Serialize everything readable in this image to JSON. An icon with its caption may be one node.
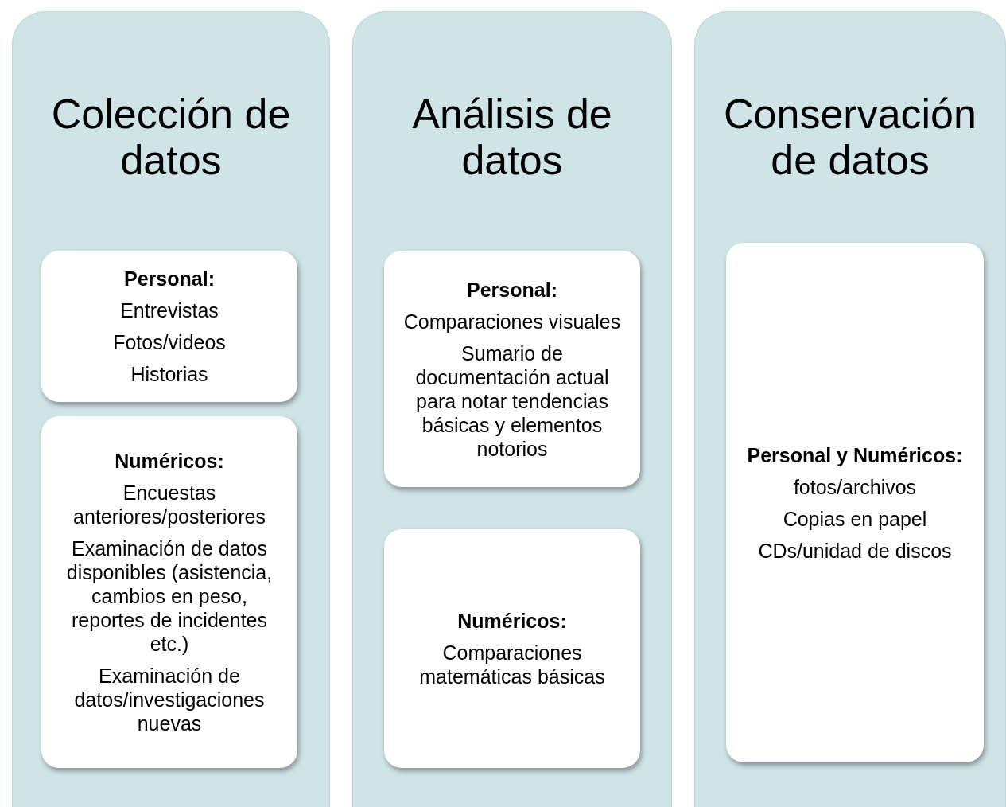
{
  "diagram": {
    "nodes": [
      {
        "text": [
          "Colección de datos"
        ]
      },
      {
        "text": [
          "Personal:",
          "Entrevistas",
          "Fotos/videos",
          "Historias"
        ],
        "in": 0
      },
      {
        "text": [
          "Numéricos:",
          "Encuestas anteriores/posteriores",
          "Examinación de datos disponibles (asistencia, cambios en peso, reportes de incidentes etc.)",
          "Examinación de datos/investigaciones nuevas"
        ],
        "in": 0
      },
      {
        "text": [
          "Análisis de datos"
        ]
      },
      {
        "text": [
          "Personal:",
          "Comparaciones visuales",
          "Sumario de documentación actual para notar tendencias básicas y elementos notorios"
        ],
        "in": 3
      },
      {
        "text": [
          "Numéricos:",
          "Comparaciones matemáticas básicas"
        ],
        "in": 3
      },
      {
        "text": [
          "Conservación de datos"
        ]
      },
      {
        "text": [
          "Personal y Numéricos:",
          "fotos/archivos",
          "Copias en papel",
          "CDs/unidad de discos"
        ],
        "in": 6
      }
    ]
  }
}
